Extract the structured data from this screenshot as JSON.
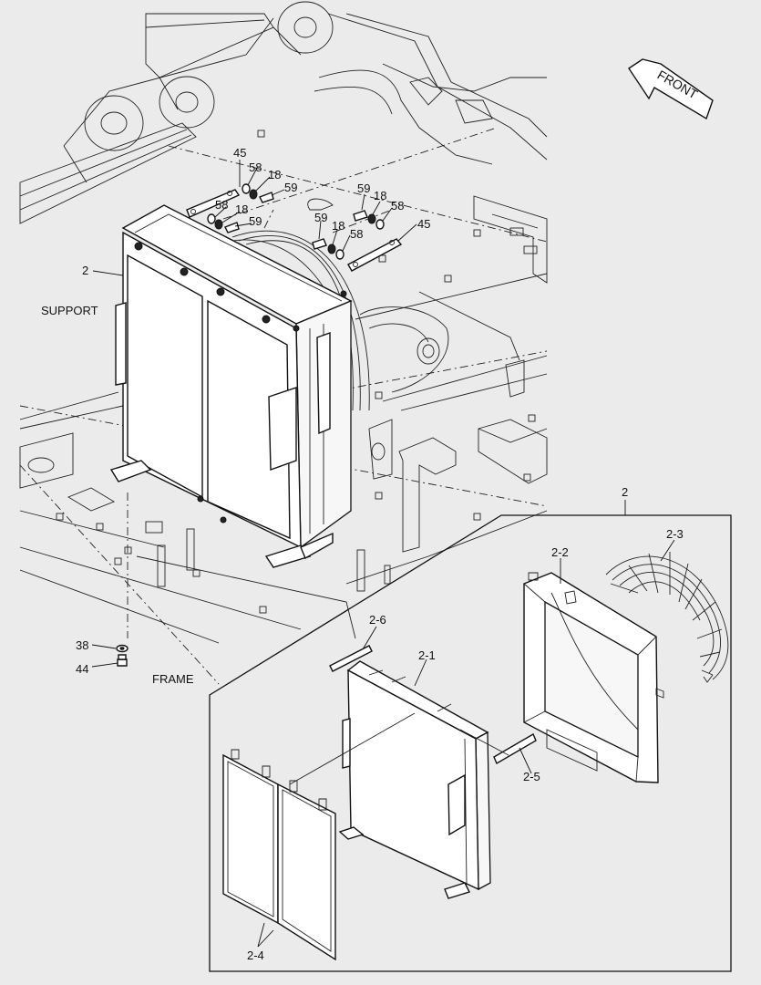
{
  "direction": {
    "text": "FRONT"
  },
  "captions": {
    "support": "SUPPORT",
    "frame": "FRAME"
  },
  "callouts": {
    "assy_main": "2",
    "assy_detail": "2",
    "b45_upper": "45",
    "b58_upper": "58",
    "b18_upper": "18",
    "b59_upper": "59",
    "b58_mid": "58",
    "b18_mid": "18",
    "b59_mid": "59",
    "b59_right_top": "59",
    "b18_right_top": "18",
    "b58_right_top": "58",
    "b59_right_low": "59",
    "b18_right_low": "18",
    "b58_right_low": "58",
    "b45_right": "45",
    "washer_38": "38",
    "bolt_44": "44",
    "p2_1": "2-1",
    "p2_2": "2-2",
    "p2_3": "2-3",
    "p2_4": "2-4",
    "p2_5": "2-5",
    "p2_6": "2-6"
  }
}
